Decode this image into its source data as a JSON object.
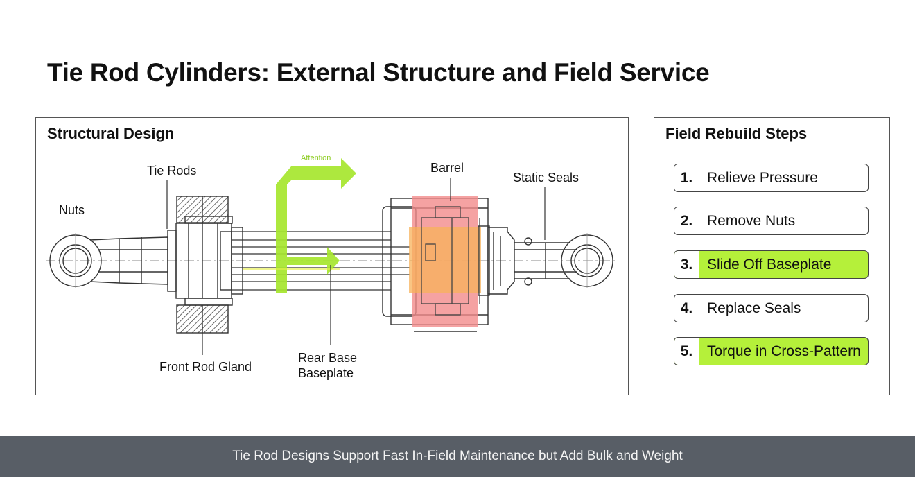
{
  "page": {
    "title": "Tie Rod Cylinders: External Structure and Field Service"
  },
  "structural_design": {
    "title": "Structural Design",
    "labels": {
      "nuts": "Nuts",
      "tie_rods": "Tie Rods",
      "attention": "Attention",
      "barrel": "Barrel",
      "static_seals": "Static Seals",
      "front_rod_gland": "Front Rod Gland",
      "rear_base_line1": "Rear Base",
      "rear_base_line2": "Baseplate"
    },
    "colors": {
      "arrow": "#a6e62e",
      "highlight_red": "#f28b8b",
      "highlight_orange": "#f7b25a",
      "line": "#333333"
    }
  },
  "field_rebuild": {
    "title": "Field Rebuild Steps",
    "steps": [
      {
        "num": "1.",
        "label": "Relieve Pressure",
        "highlighted": false
      },
      {
        "num": "2.",
        "label": "Remove Nuts",
        "highlighted": false
      },
      {
        "num": "3.",
        "label": "Slide Off Baseplate",
        "highlighted": true
      },
      {
        "num": "4.",
        "label": "Replace Seals",
        "highlighted": false
      },
      {
        "num": "5.",
        "label": "Torque in Cross-Pattern",
        "highlighted": true
      }
    ],
    "highlight_color": "#b5f03a"
  },
  "caption": {
    "text": "Tie Rod Designs Support Fast In-Field Maintenance but Add Bulk and Weight"
  }
}
